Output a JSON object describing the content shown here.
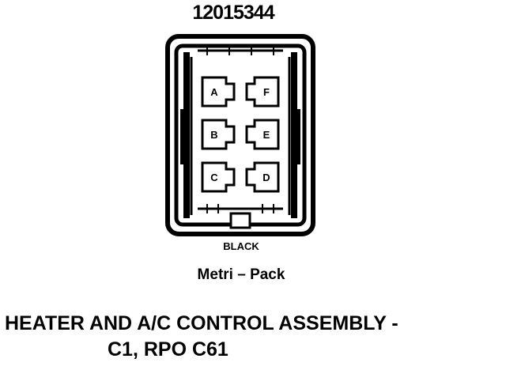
{
  "connector": {
    "part_number": "12015344",
    "color": "BLACK",
    "family": "Metri – Pack",
    "pins": {
      "left_column": [
        "A",
        "B",
        "C"
      ],
      "right_column": [
        "F",
        "E",
        "D"
      ]
    }
  },
  "caption": {
    "line1": "HEATER AND A/C CONTROL ASSEMBLY -",
    "line2": "C1, RPO C61"
  }
}
